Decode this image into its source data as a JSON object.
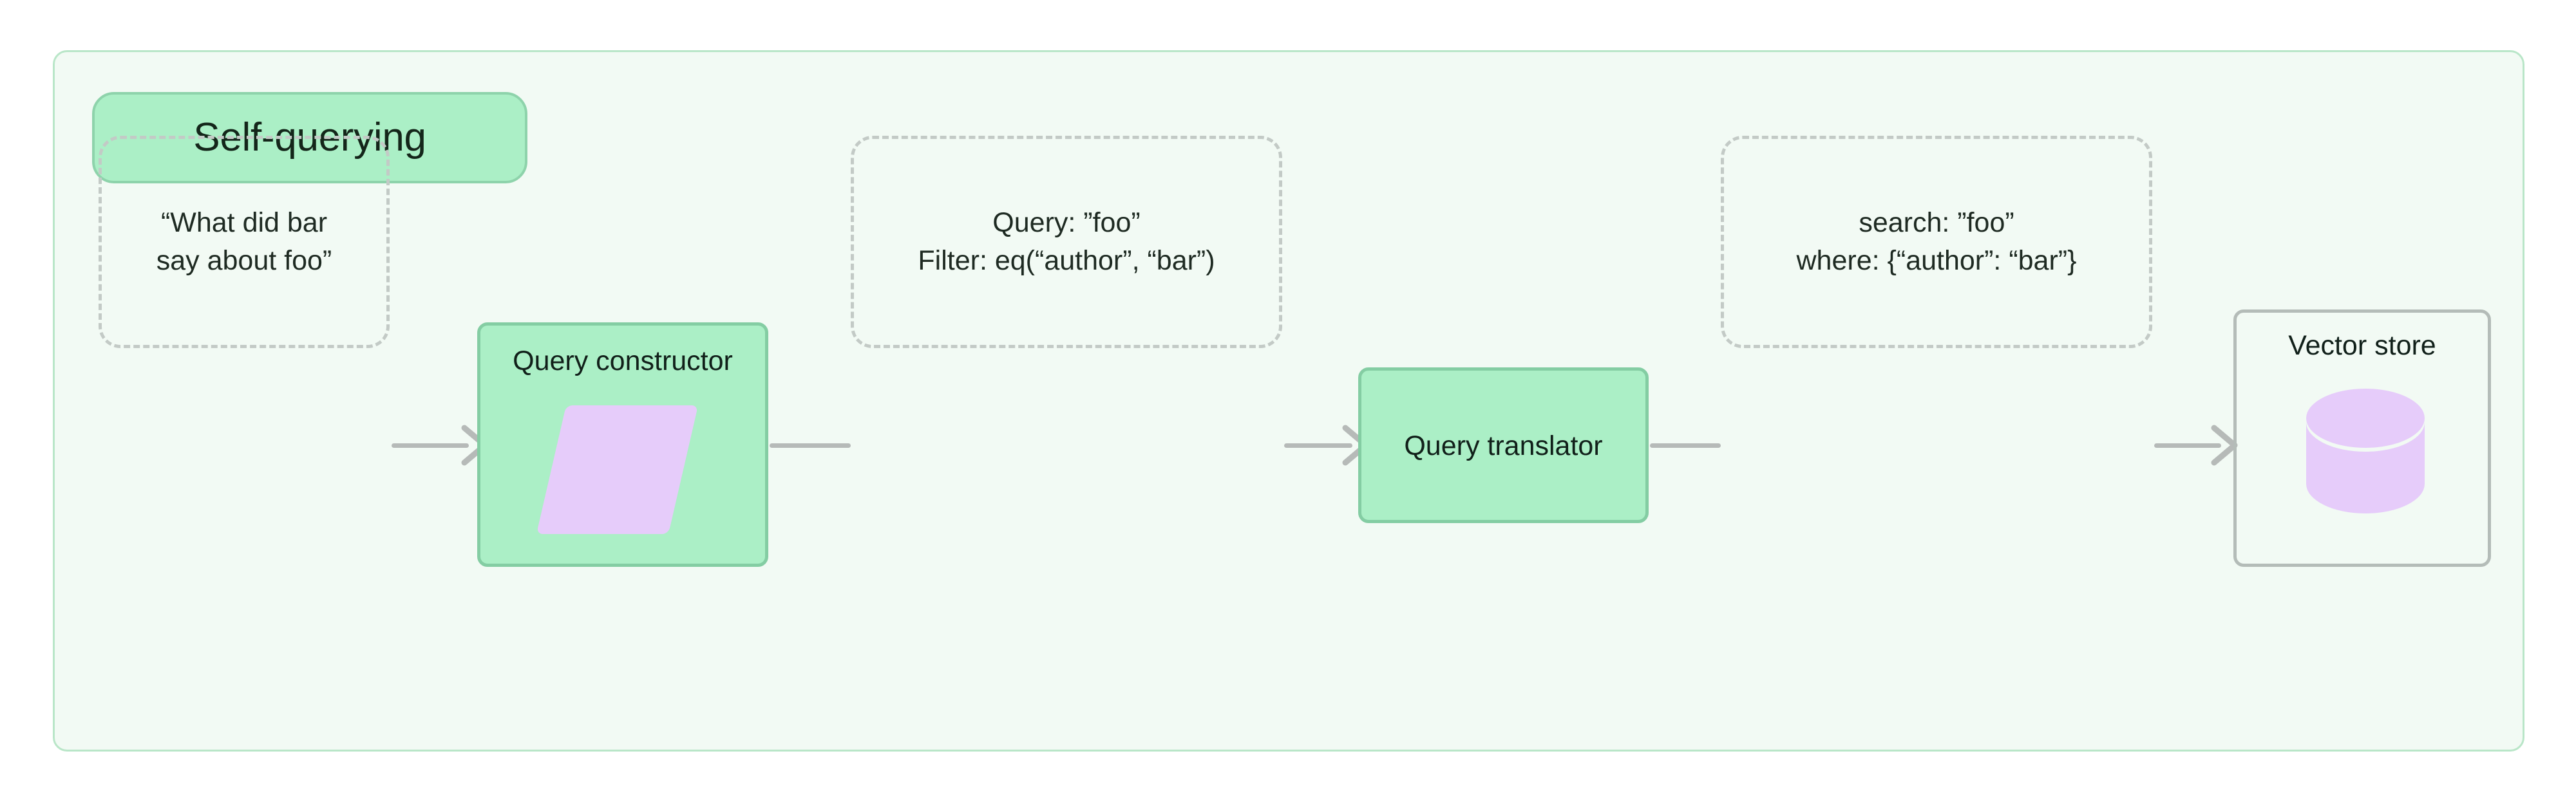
{
  "diagram": {
    "group_label": "Self-querying",
    "colors": {
      "group_background": "#f2faf4",
      "group_border": "#b9e6c8",
      "badge_fill": "#abefc6",
      "badge_border": "#8ed3ab",
      "process_fill": "#abefc6",
      "process_border": "#84cda3",
      "accent_purple": "#e6ccfa",
      "connector": "#b6bab8",
      "dashed_border": "#c3cac6",
      "plain_border": "#b4bcb8",
      "text": "#14261a"
    },
    "nodes": [
      {
        "id": "user-question",
        "kind": "dashed-data",
        "lines": [
          "“What did bar",
          "say about foo”"
        ]
      },
      {
        "id": "query-constructor",
        "kind": "process",
        "title": "Query constructor",
        "icon": "parallelogram-icon"
      },
      {
        "id": "structured-query",
        "kind": "dashed-data",
        "lines": [
          "Query: ”foo”",
          "Filter: eq(“author”, “bar”)"
        ]
      },
      {
        "id": "query-translator",
        "kind": "process",
        "title": "Query translator"
      },
      {
        "id": "native-query",
        "kind": "dashed-data",
        "lines": [
          "search: ”foo”",
          "where: {“author”: “bar”}"
        ]
      },
      {
        "id": "vector-store",
        "kind": "store",
        "title": "Vector store",
        "icon": "database-cylinder-icon"
      }
    ],
    "edges": [
      {
        "id": "e1",
        "from": "user-question",
        "to": "query-constructor",
        "arrow": true
      },
      {
        "id": "e2",
        "from": "query-constructor",
        "to": "structured-query",
        "arrow": false
      },
      {
        "id": "e3",
        "from": "structured-query",
        "to": "query-translator",
        "arrow": true
      },
      {
        "id": "e4",
        "from": "query-translator",
        "to": "native-query",
        "arrow": false
      },
      {
        "id": "e5",
        "from": "native-query",
        "to": "vector-store",
        "arrow": true
      }
    ]
  }
}
